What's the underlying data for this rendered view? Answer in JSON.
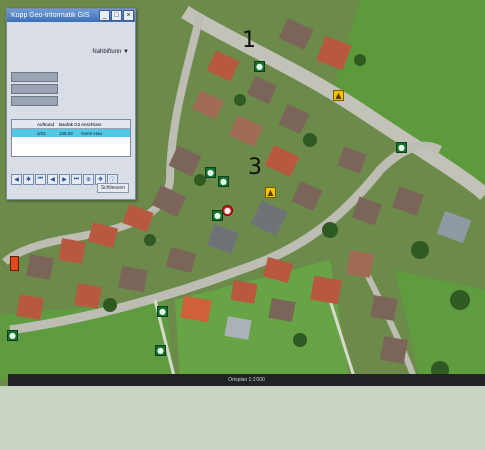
{
  "markers": [
    "1",
    "3"
  ],
  "app_window": {
    "title": "Kopp Geo-Informatik GIS",
    "minimize_label": "_",
    "maximize_label": "□",
    "close_label": "×",
    "status_label": "Nahbiftunn ▼",
    "results": {
      "headers": [
        "",
        "Auftrund",
        "Baufak G20",
        "Anschluss",
        ""
      ],
      "row": [
        "",
        "3/22",
        "158.03",
        "Gerrn Haut",
        ""
      ]
    },
    "toolbar_icons": [
      "arrow-left-icon",
      "refresh-icon",
      "first-icon",
      "prev-icon",
      "next-icon",
      "last-icon",
      "zoom-icon",
      "pan-icon",
      "info-icon"
    ],
    "toolbar_glyphs": [
      "◀",
      "✱",
      "⏮",
      "◀",
      "▶",
      "⏭",
      "⊕",
      "✥",
      "ⓘ"
    ],
    "close_button": "Schliessen"
  },
  "bottom_bar": {
    "label": "Ortsplan 1:1'000"
  },
  "colors": {
    "grass": "#6c8a4a",
    "road": "#b9b9b0",
    "roof_red": "#b8593f",
    "window_title": "#3d6fb6",
    "selected_row": "#52c8e6"
  }
}
